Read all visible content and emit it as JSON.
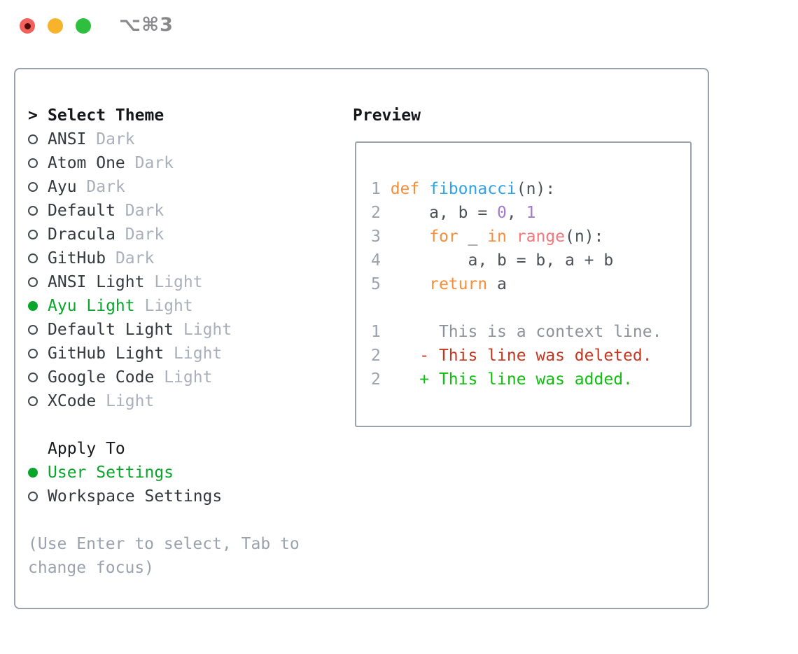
{
  "titlebar": {
    "shortcut": "⌥⌘3"
  },
  "palette": {
    "border": "#9aa2ad",
    "header_text": "#15171b",
    "item_text": "#34383f",
    "variant_text": "#a9afbb",
    "selected_green": "#0aa62c",
    "hint_text": "#9aa2ad",
    "title_text": "#88888d",
    "radio_outline": "#454a52",
    "traffic_red": "#f2615c",
    "traffic_red_dot": "#4d0c06",
    "traffic_yellow": "#f7b32b",
    "traffic_green": "#2fbf3f",
    "code": {
      "keyword": "#f88d3a",
      "function": "#2fa2e9",
      "number": "#a37acc",
      "coral": "#f7767c",
      "plain": "#4c5057",
      "linenum": "#9aa2ad",
      "context": "#8d939c",
      "deleted": "#c4361f",
      "added": "#0fbe0f"
    }
  },
  "theme_list": {
    "cursor": ">",
    "header": "Select Theme",
    "items": [
      {
        "name": "ANSI",
        "variant": "Dark",
        "selected": false
      },
      {
        "name": "Atom One",
        "variant": "Dark",
        "selected": false
      },
      {
        "name": "Ayu",
        "variant": "Dark",
        "selected": false
      },
      {
        "name": "Default",
        "variant": "Dark",
        "selected": false
      },
      {
        "name": "Dracula",
        "variant": "Dark",
        "selected": false
      },
      {
        "name": "GitHub",
        "variant": "Dark",
        "selected": false
      },
      {
        "name": "ANSI Light",
        "variant": "Light",
        "selected": false
      },
      {
        "name": "Ayu Light",
        "variant": "Light",
        "selected": true
      },
      {
        "name": "Default Light",
        "variant": "Light",
        "selected": false
      },
      {
        "name": "GitHub Light",
        "variant": "Light",
        "selected": false
      },
      {
        "name": "Google Code",
        "variant": "Light",
        "selected": false
      },
      {
        "name": "XCode",
        "variant": "Light",
        "selected": false
      }
    ]
  },
  "apply_to": {
    "header": "Apply To",
    "options": [
      {
        "label": "User Settings",
        "selected": true
      },
      {
        "label": "Workspace Settings",
        "selected": false
      }
    ]
  },
  "hint": [
    "(Use Enter to select, Tab to",
    "change focus)"
  ],
  "preview": {
    "header": "Preview",
    "lines": [
      {
        "num": "1",
        "segs": [
          {
            "t": "def",
            "tone": "keyword"
          },
          {
            "t": " ",
            "tone": "plain"
          },
          {
            "t": "fibonacci",
            "tone": "function"
          },
          {
            "t": "(n):",
            "tone": "plain"
          }
        ]
      },
      {
        "num": "2",
        "segs": [
          {
            "t": "    a, b = ",
            "tone": "plain"
          },
          {
            "t": "0",
            "tone": "number"
          },
          {
            "t": ", ",
            "tone": "plain"
          },
          {
            "t": "1",
            "tone": "number"
          }
        ]
      },
      {
        "num": "3",
        "segs": [
          {
            "t": "    ",
            "tone": "plain"
          },
          {
            "t": "for",
            "tone": "keyword"
          },
          {
            "t": " _ ",
            "tone": "plain"
          },
          {
            "t": "in",
            "tone": "keyword"
          },
          {
            "t": " ",
            "tone": "plain"
          },
          {
            "t": "range",
            "tone": "coral"
          },
          {
            "t": "(n):",
            "tone": "plain"
          }
        ]
      },
      {
        "num": "4",
        "segs": [
          {
            "t": "        a, b = b, a + b",
            "tone": "plain"
          }
        ]
      },
      {
        "num": "5",
        "segs": [
          {
            "t": "    ",
            "tone": "plain"
          },
          {
            "t": "return",
            "tone": "keyword"
          },
          {
            "t": " a",
            "tone": "plain"
          }
        ]
      },
      {
        "num": "",
        "segs": []
      },
      {
        "num": "1",
        "segs": [
          {
            "t": "     This is a context line.",
            "tone": "context"
          }
        ]
      },
      {
        "num": "2",
        "segs": [
          {
            "t": "   - This line was deleted.",
            "tone": "deleted"
          }
        ]
      },
      {
        "num": "2",
        "segs": [
          {
            "t": "   + This line was added.",
            "tone": "added"
          }
        ]
      }
    ]
  }
}
